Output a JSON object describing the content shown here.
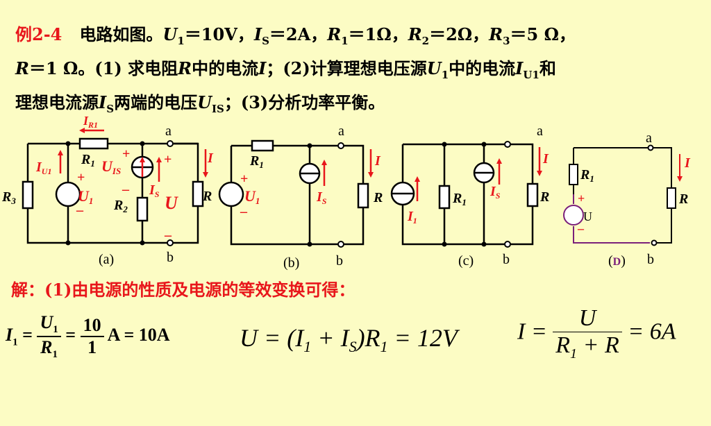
{
  "problem": {
    "tag": "例2-4",
    "intro": "电路如图。",
    "g_U1": "U",
    "g_U1_sub": "1",
    "g_U1_val": "＝10V，",
    "g_IS": "I",
    "g_IS_sub": "S",
    "g_IS_val": "＝2A，",
    "g_R1": "R",
    "g_R1_sub": "1",
    "g_R1_val": "＝1Ω，",
    "g_R2": "R",
    "g_R2_sub": "2",
    "g_R2_val": "＝2Ω，",
    "g_R3": "R",
    "g_R3_sub": "3",
    "g_R3_val": "＝5 Ω，",
    "g_R": "R",
    "g_R_val": "＝1 Ω。",
    "q1a": "(1) 求电阻",
    "q1R": "R",
    "q1b": "中的电流",
    "q1I": "I",
    "q1c": "；",
    "q2a": "(2)计算理想电压源",
    "q2U": "U",
    "q2U_sub": "1",
    "q2b": "中的电流",
    "q2I": "I",
    "q2I_sub": "U1",
    "q2c": "和",
    "q2d": "理想电流源",
    "q2IS": "I",
    "q2IS_sub": "S",
    "q2e": "两端的电压",
    "q2UIS": "U",
    "q2UIS_sub": "IS",
    "q2f": "；",
    "q3": "(3)分析功率平衡。"
  },
  "circuits": {
    "a": {
      "caption": "(a)",
      "node_a": "a",
      "node_b": "b",
      "IR1": "I",
      "IR1_sub": "R1",
      "IU1": "I",
      "IU1_sub": "U1",
      "R1": "R",
      "R1_sub": "1",
      "R2": "R",
      "R2_sub": "2",
      "R3": "R",
      "R3_sub": "3",
      "R": "R",
      "U1": "U",
      "U1_sub": "1",
      "UIS": "U",
      "UIS_sub": "IS",
      "IS": "I",
      "IS_sub": "S",
      "I": "I",
      "U": "U",
      "plus": "+",
      "minus": "–"
    },
    "b": {
      "caption": "(b)",
      "node_a": "a",
      "node_b": "b",
      "R1": "R",
      "R1_sub": "1",
      "U1": "U",
      "U1_sub": "1",
      "IS": "I",
      "IS_sub": "S",
      "R": "R",
      "I": "I",
      "plus": "+",
      "minus": "–"
    },
    "c": {
      "caption": "(c)",
      "node_a": "a",
      "node_b": "b",
      "I1": "I",
      "I1_sub": "1",
      "R1": "R",
      "R1_sub": "1",
      "IS": "I",
      "IS_sub": "S",
      "R": "R",
      "I": "I"
    },
    "d": {
      "caption_open": "(",
      "caption_letter": "D",
      "caption_close": ")",
      "node_a": "a",
      "node_b": "b",
      "R1": "R",
      "R1_sub": "1",
      "U": "U",
      "R": "R",
      "I": "I",
      "plus": "+",
      "minus": "–"
    }
  },
  "solution": {
    "text": "解：(1)由电源的性质及电源的等效变换可得：",
    "eq1_lhs": "I",
    "eq1_lhs_sub": "1",
    "eq1_eq": "=",
    "eq1_num": "U",
    "eq1_num_sub": "1",
    "eq1_den": "R",
    "eq1_den_sub": "1",
    "eq1_eq2": "=",
    "eq1_num2": "10",
    "eq1_den2": "1",
    "eq1_result": "A = 10A",
    "eq2_a": "U = (I",
    "eq2_sub1": "1",
    "eq2_b": " + I",
    "eq2_subS": "S",
    "eq2_c": ")R",
    "eq2_subR": "1",
    "eq2_d": " = 12V",
    "eq3_lhs": "I =",
    "eq3_num": "U",
    "eq3_den_a": "R",
    "eq3_den_sub": "1",
    "eq3_den_b": " + R",
    "eq3_rhs": "= 6A"
  },
  "colors": {
    "background": "#fcfcc4",
    "red": "#e8161b",
    "black": "#000000",
    "purple": "#7a1f7a"
  }
}
